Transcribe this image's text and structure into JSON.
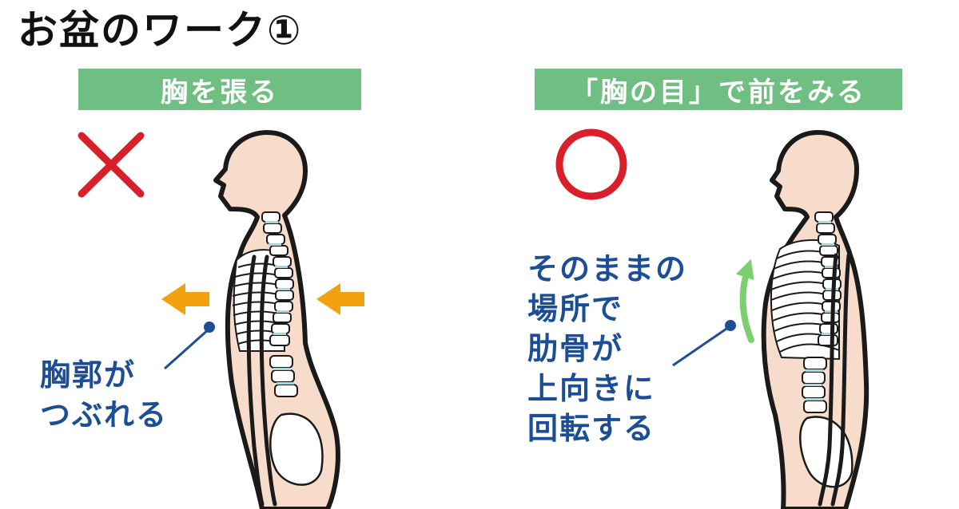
{
  "title": "お盆のワーク①",
  "left_panel": {
    "banner": "胸を張る",
    "verdict_icon": "cross-icon",
    "annotation_lines": [
      "胸郭が",
      "つぶれる"
    ]
  },
  "right_panel": {
    "banner": "「胸の目」で前をみる",
    "verdict_icon": "circle-icon",
    "annotation_lines": [
      "そのままの",
      "場所で",
      "肋骨が",
      "上向きに",
      "回転する"
    ]
  },
  "colors": {
    "banner_bg": "#6fbf82",
    "banner_text": "#ffffff",
    "cross": "#d9202a",
    "circle": "#d9202a",
    "push_arrow": "#f2a20c",
    "rotate_arrow": "#7ccf6e",
    "annotation_text": "#1b4e96",
    "body_fill": "#f8dccb",
    "outline": "#1a1a1a"
  }
}
